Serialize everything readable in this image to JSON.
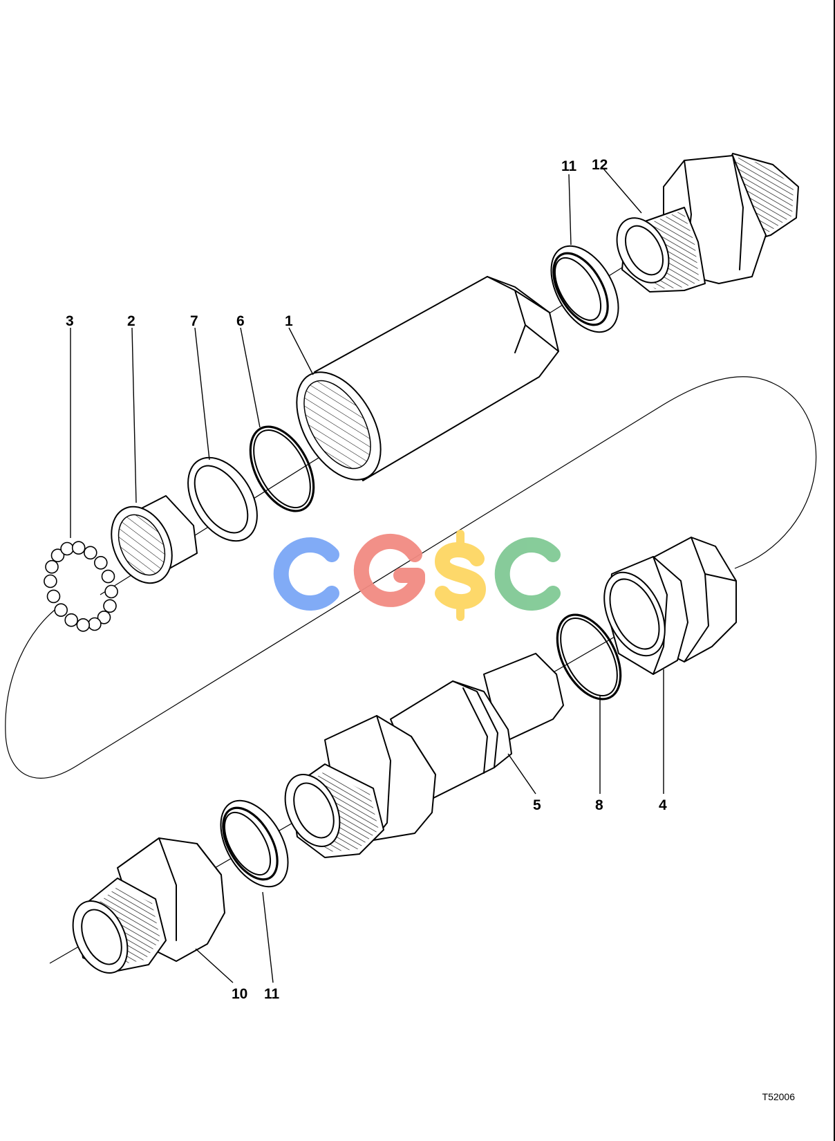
{
  "callouts": {
    "c1": "1",
    "c2": "2",
    "c3": "3",
    "c4": "4",
    "c5": "5",
    "c6": "6",
    "c7": "7",
    "c8": "8",
    "c10": "10",
    "c11_top": "11",
    "c11_bottom": "11",
    "c12": "12"
  },
  "figure_code": "T52006",
  "watermark": {
    "text": "CGSC",
    "colors": [
      "#7aa7f5",
      "#f28b82",
      "#fdd663",
      "#81c995"
    ]
  }
}
